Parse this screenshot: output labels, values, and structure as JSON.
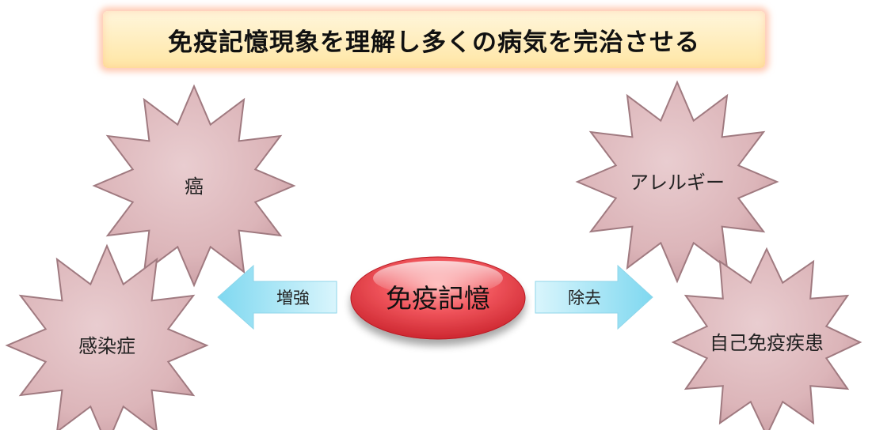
{
  "title": "免疫記憶現象を理解し多くの病気を完治させる",
  "center": {
    "label": "免疫記憶"
  },
  "arrows": {
    "left_label": "増強",
    "right_label": "除去"
  },
  "nodes": {
    "cancer": "癌",
    "infection": "感染症",
    "allergy": "アレルギー",
    "autoimmune": "自己免疫疾患"
  },
  "colors": {
    "starburst_fill": "#ddb8bc",
    "starburst_edge": "#a07a80",
    "arrow_fill": "#9ae2f4",
    "center_fill": "#e33a44",
    "title_bg": "#ffe6a4"
  }
}
